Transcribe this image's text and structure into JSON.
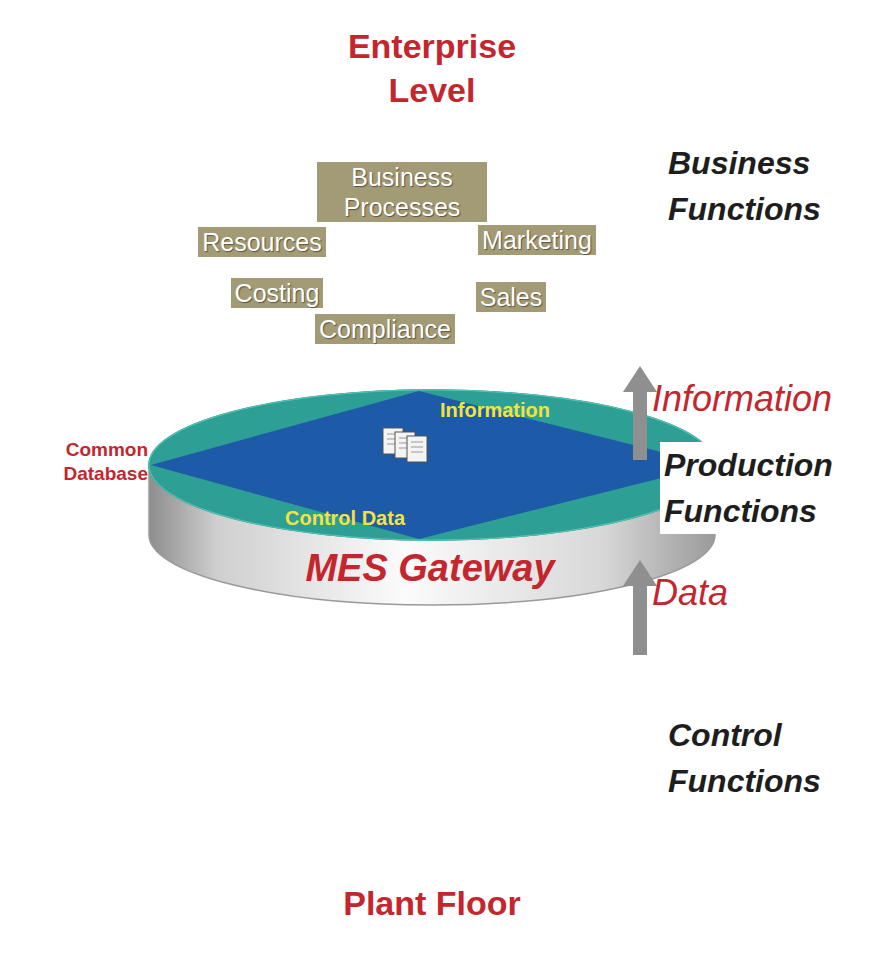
{
  "diagram": {
    "nodes": [
      {
        "text": [
          "Enterprise Level"
        ]
      },
      {
        "text": [
          "Business Processes",
          "Resources",
          "Marketing",
          "Costing",
          "Sales",
          "Compliance"
        ],
        "in": 0
      },
      {
        "text": [
          "Information",
          "Control Data",
          "MES Gateway"
        ]
      },
      {
        "text": [
          "Plant Floor"
        ]
      }
    ],
    "edges": [
      {
        "from": 3,
        "to": 2,
        "label": "Data",
        "arrow": "to"
      },
      {
        "from": 2,
        "to": 0,
        "label": "Information",
        "arrow": "to"
      }
    ],
    "labels": [
      "Business Functions",
      "Production Functions",
      "Control Functions",
      "Common Database"
    ]
  }
}
